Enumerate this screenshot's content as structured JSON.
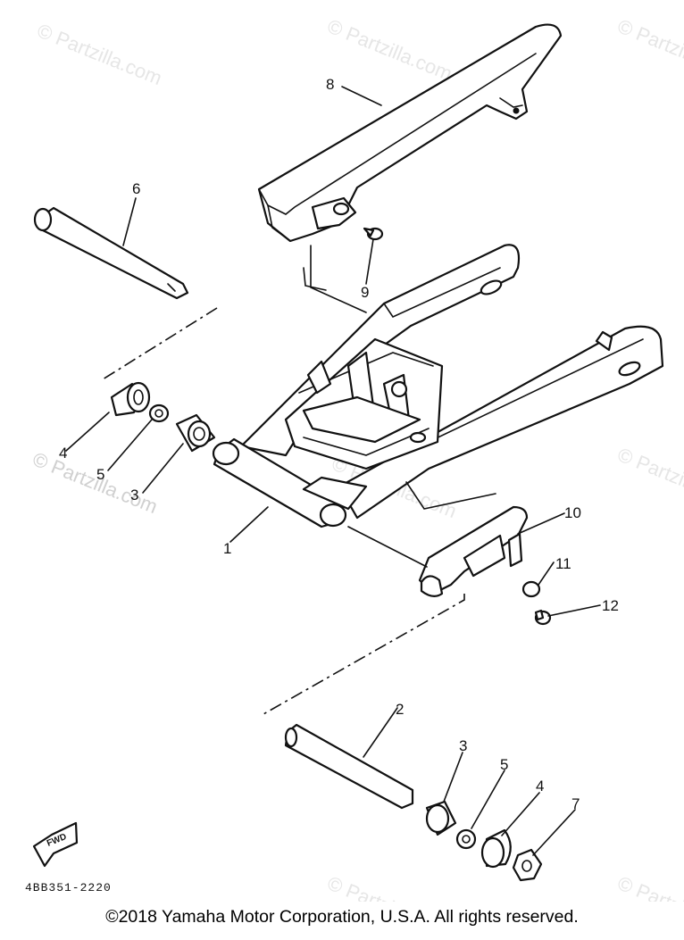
{
  "diagram": {
    "callouts": {
      "p1": "1",
      "p2": "2",
      "p3a": "3",
      "p3b": "3",
      "p4a": "4",
      "p4b": "4",
      "p5a": "5",
      "p5b": "5",
      "p6": "6",
      "p7": "7",
      "p8": "8",
      "p9": "9",
      "p10": "10",
      "p11": "11",
      "p12": "12"
    },
    "fwd_label": "FWD",
    "reference_code": "4BB351-2220"
  },
  "watermarks": {
    "text": "© Partzilla.com"
  },
  "footer": {
    "copyright": "©2018 Yamaha Motor Corporation, U.S.A. All rights reserved."
  }
}
